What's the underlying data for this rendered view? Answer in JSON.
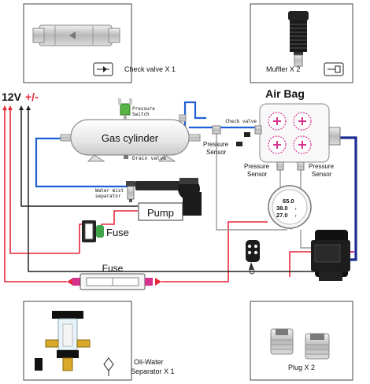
{
  "power": {
    "voltage": "12V",
    "polarity": "+/-"
  },
  "components": {
    "gas_cylinder": "Gas cylinder",
    "air_bag": "Air Bag",
    "pump": "Pump",
    "fuse_small": "Fuse",
    "fuse_main": "Fuse",
    "pressure_switch": "Pressure\nSwitch",
    "drain_valve": "Drain valve",
    "water_mist_separator": "Water mist\nseparator",
    "check_valve_inline": "Check valve",
    "pressure_sensor_left": "Pressure\nSensor",
    "pressure_sensor_bottom_left": "Pressure\nSensor",
    "pressure_sensor_bottom_right": "Pressure\nSensor"
  },
  "gauge": {
    "line1": "65.0",
    "line2": "38.0",
    "line3": "27.0"
  },
  "insets": {
    "check_valve": "Check valve X 1",
    "muffler": "Muffler X 2",
    "oil_water_separator": "Oil-Water\nSeparator X 1",
    "plug": "Plug X 2"
  },
  "colors": {
    "positive_wire": "#e8273a",
    "ground_wire": "#222222",
    "air_line": "#1f5fd6",
    "air_line_dark": "#1b2a8f",
    "signal_wire": "#9a9a9a",
    "pneumatic_pink": "#d6318f"
  }
}
